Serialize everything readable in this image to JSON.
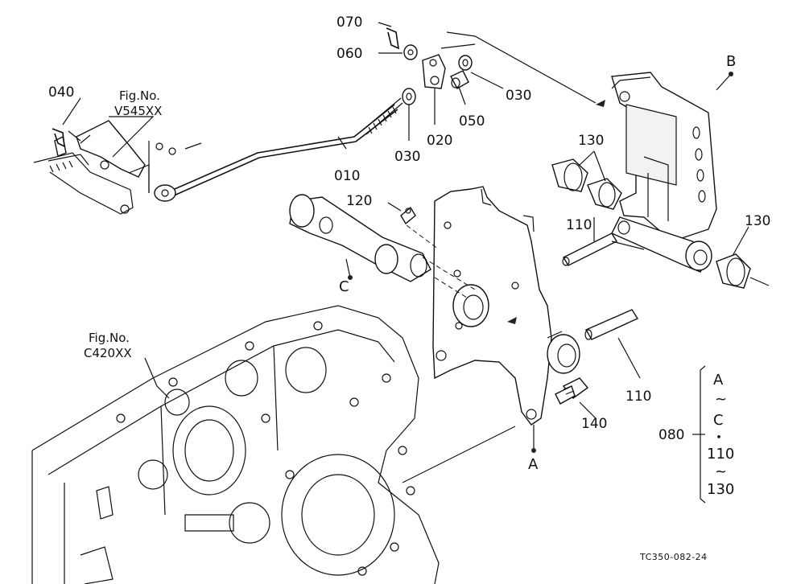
{
  "figure_code": "TC350-082-24",
  "part_labels": {
    "p070": "070",
    "p060": "060",
    "p030_top": "030",
    "p050": "050",
    "p020": "020",
    "p030_low": "030",
    "p040": "040",
    "p010": "010",
    "p120": "120",
    "p110_top": "110",
    "p110_low": "110",
    "p130_left": "130",
    "p130_right": "130",
    "p140": "140",
    "p080": "080"
  },
  "fig_refs": {
    "ref1_title": "Fig.No.",
    "ref1_code": "V545XX",
    "ref2_title": "Fig.No.",
    "ref2_code": "C420XX"
  },
  "point_labels": {
    "A": "A",
    "B": "B",
    "C": "C"
  },
  "group_080": {
    "line1": "A",
    "line2": "~",
    "line3": "C",
    "line4": "・",
    "line5": "110",
    "line6": "~",
    "line7": "130"
  }
}
